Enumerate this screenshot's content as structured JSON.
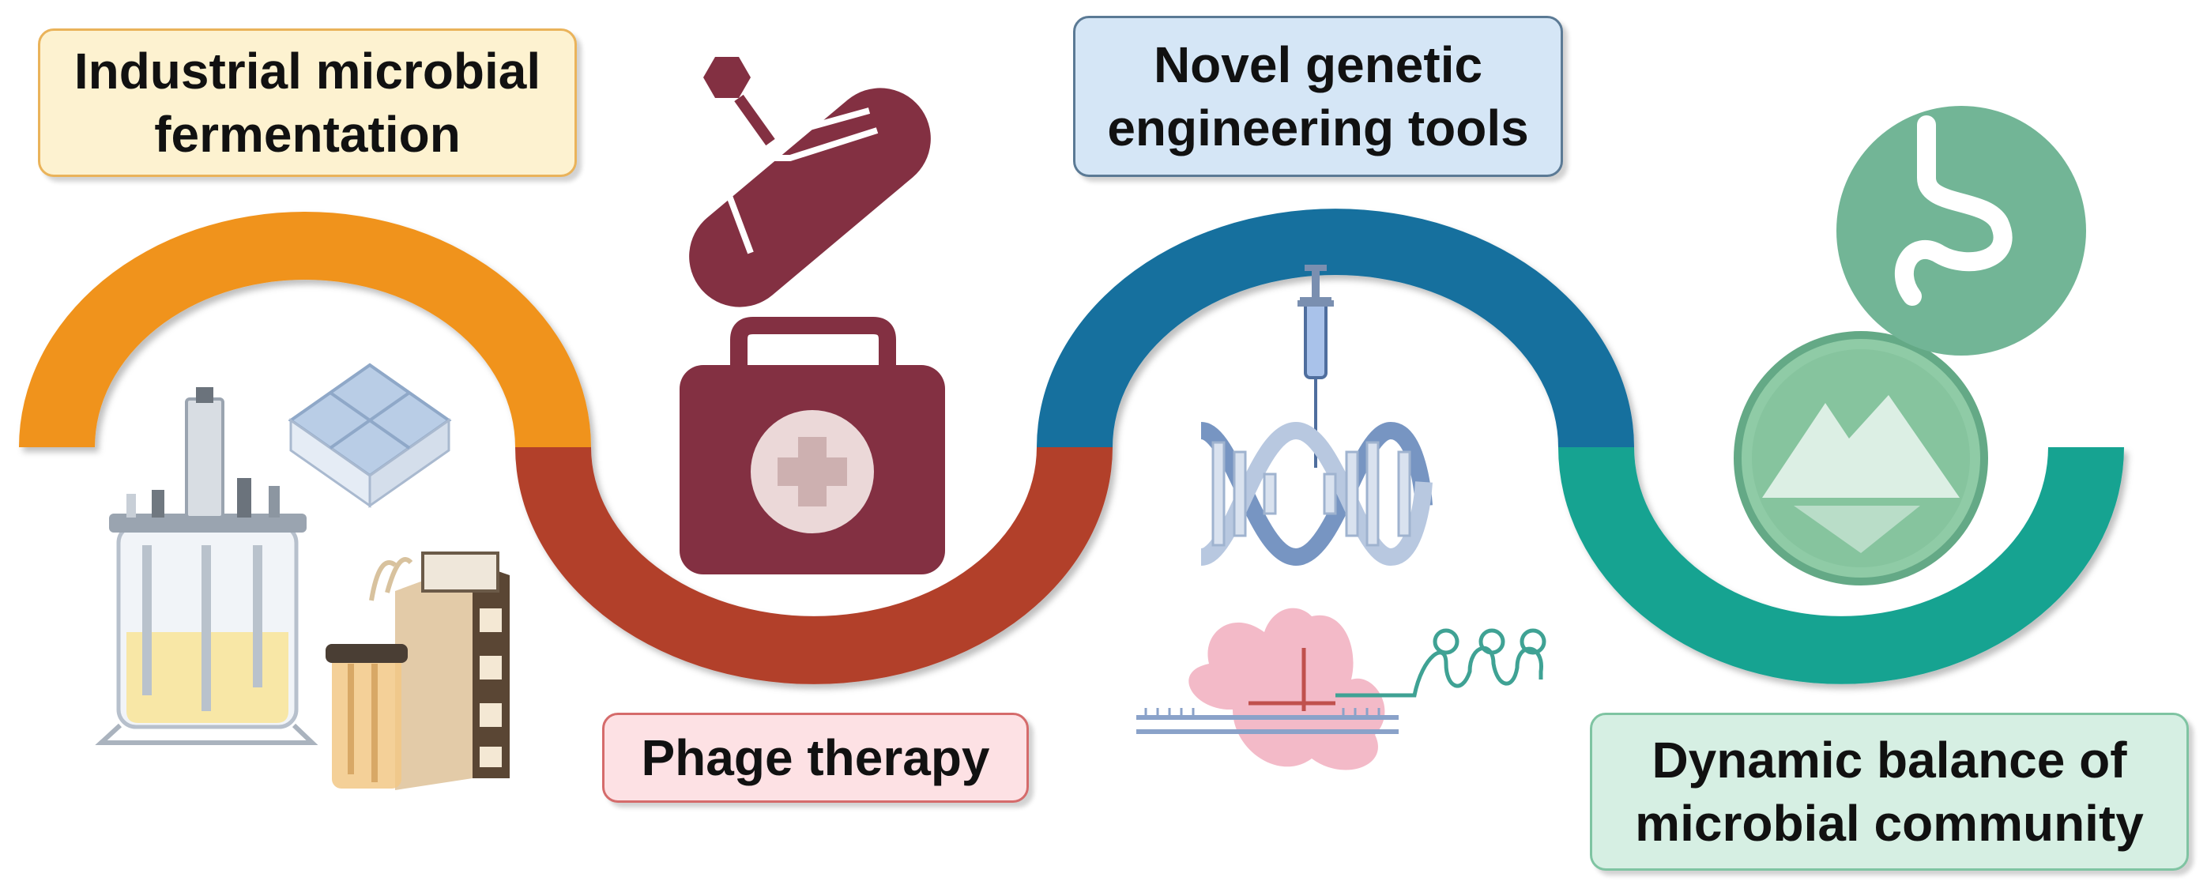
{
  "labels": {
    "industrial": {
      "line1": "Industrial microbial",
      "line2": "fermentation"
    },
    "phage": {
      "line1": "Phage therapy"
    },
    "genetic": {
      "line1": "Novel genetic",
      "line2": "engineering tools"
    },
    "dynamic": {
      "line1": "Dynamic balance of",
      "line2": "microbial community"
    }
  },
  "colors": {
    "orange_arc": "#f0931e",
    "red_arc": "#b2402c",
    "blue_arc": "#13709e",
    "teal_arc": "#13a391",
    "medical": "#833042",
    "stomach_bg": "#72b596",
    "badge_bg": "#8fcba6",
    "dna": "#b8c8e0"
  },
  "icons": [
    "bioreactor-icon",
    "cell-culture-plate-icon",
    "fermenter-controller-icon",
    "bacteriophage-icon",
    "medical-kit-icon",
    "syringe-icon",
    "dna-helix-icon",
    "crispr-cas-icon",
    "mountain-badge-icon",
    "stomach-icon"
  ]
}
